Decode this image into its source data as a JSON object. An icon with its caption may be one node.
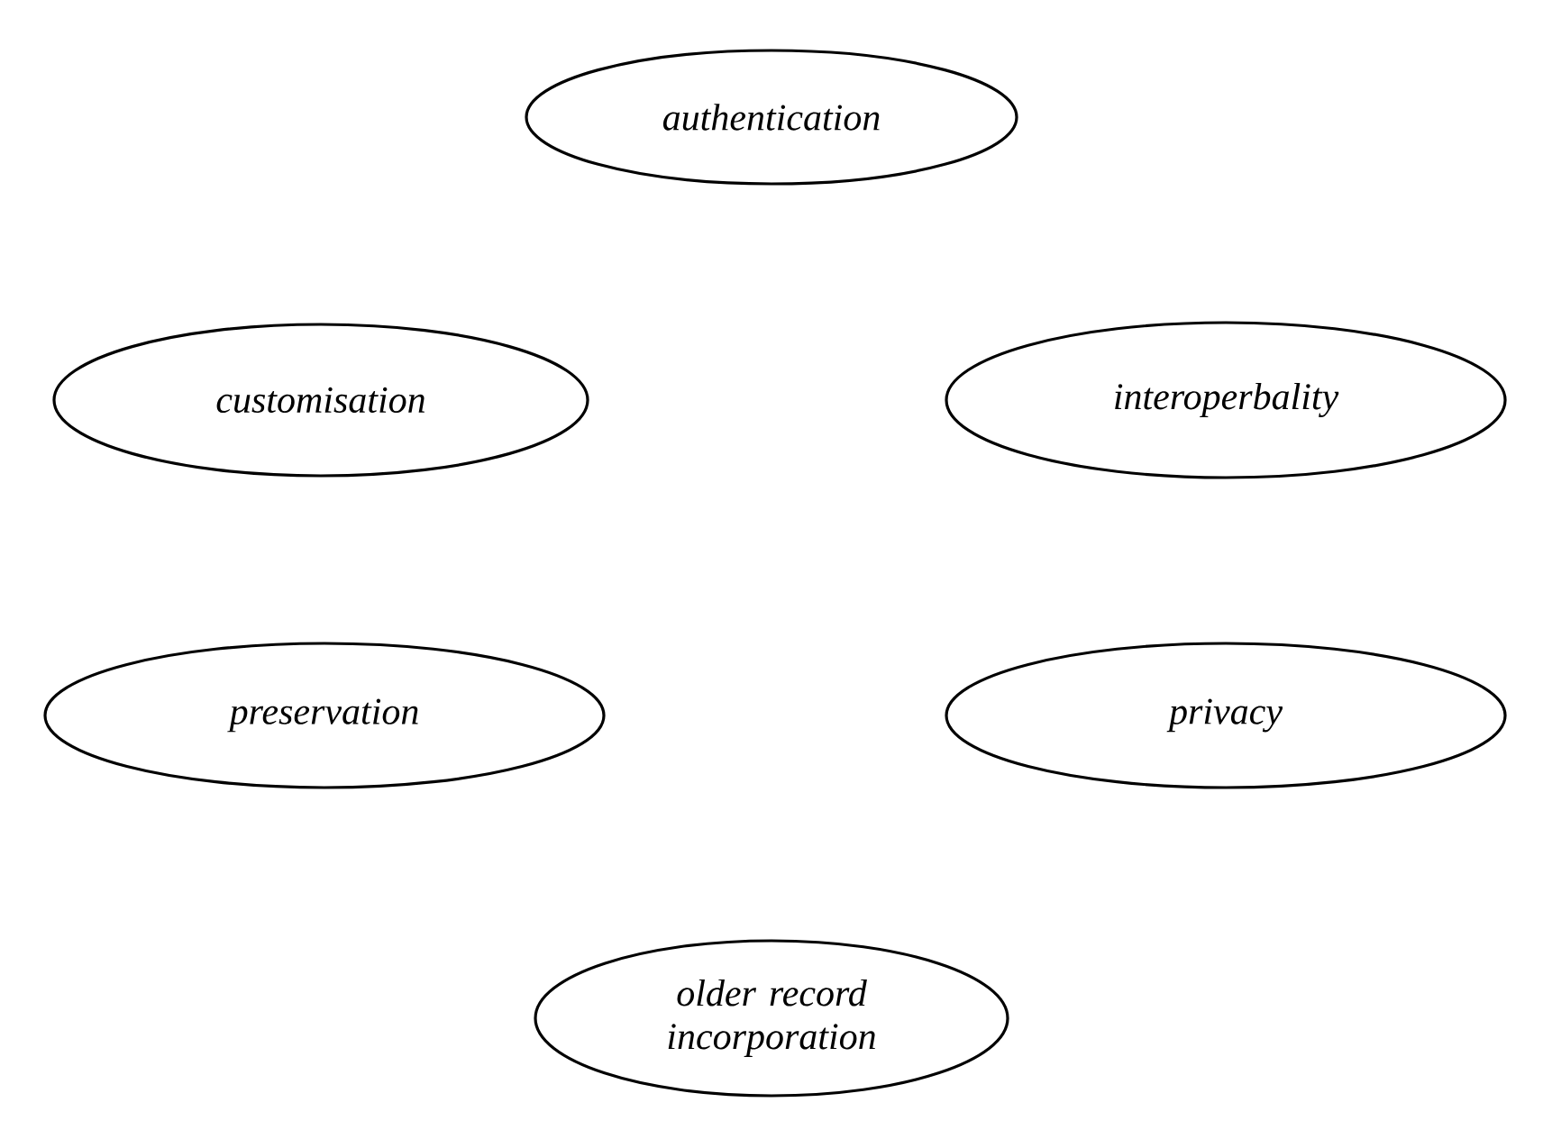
{
  "diagram": {
    "nodes": [
      {
        "text": [
          "authentication"
        ]
      },
      {
        "text": [
          "customisation"
        ]
      },
      {
        "text": [
          "interoperbality"
        ]
      },
      {
        "text": [
          "preservation"
        ]
      },
      {
        "text": [
          "privacy"
        ]
      },
      {
        "text": [
          "older record incorporation"
        ]
      }
    ]
  }
}
